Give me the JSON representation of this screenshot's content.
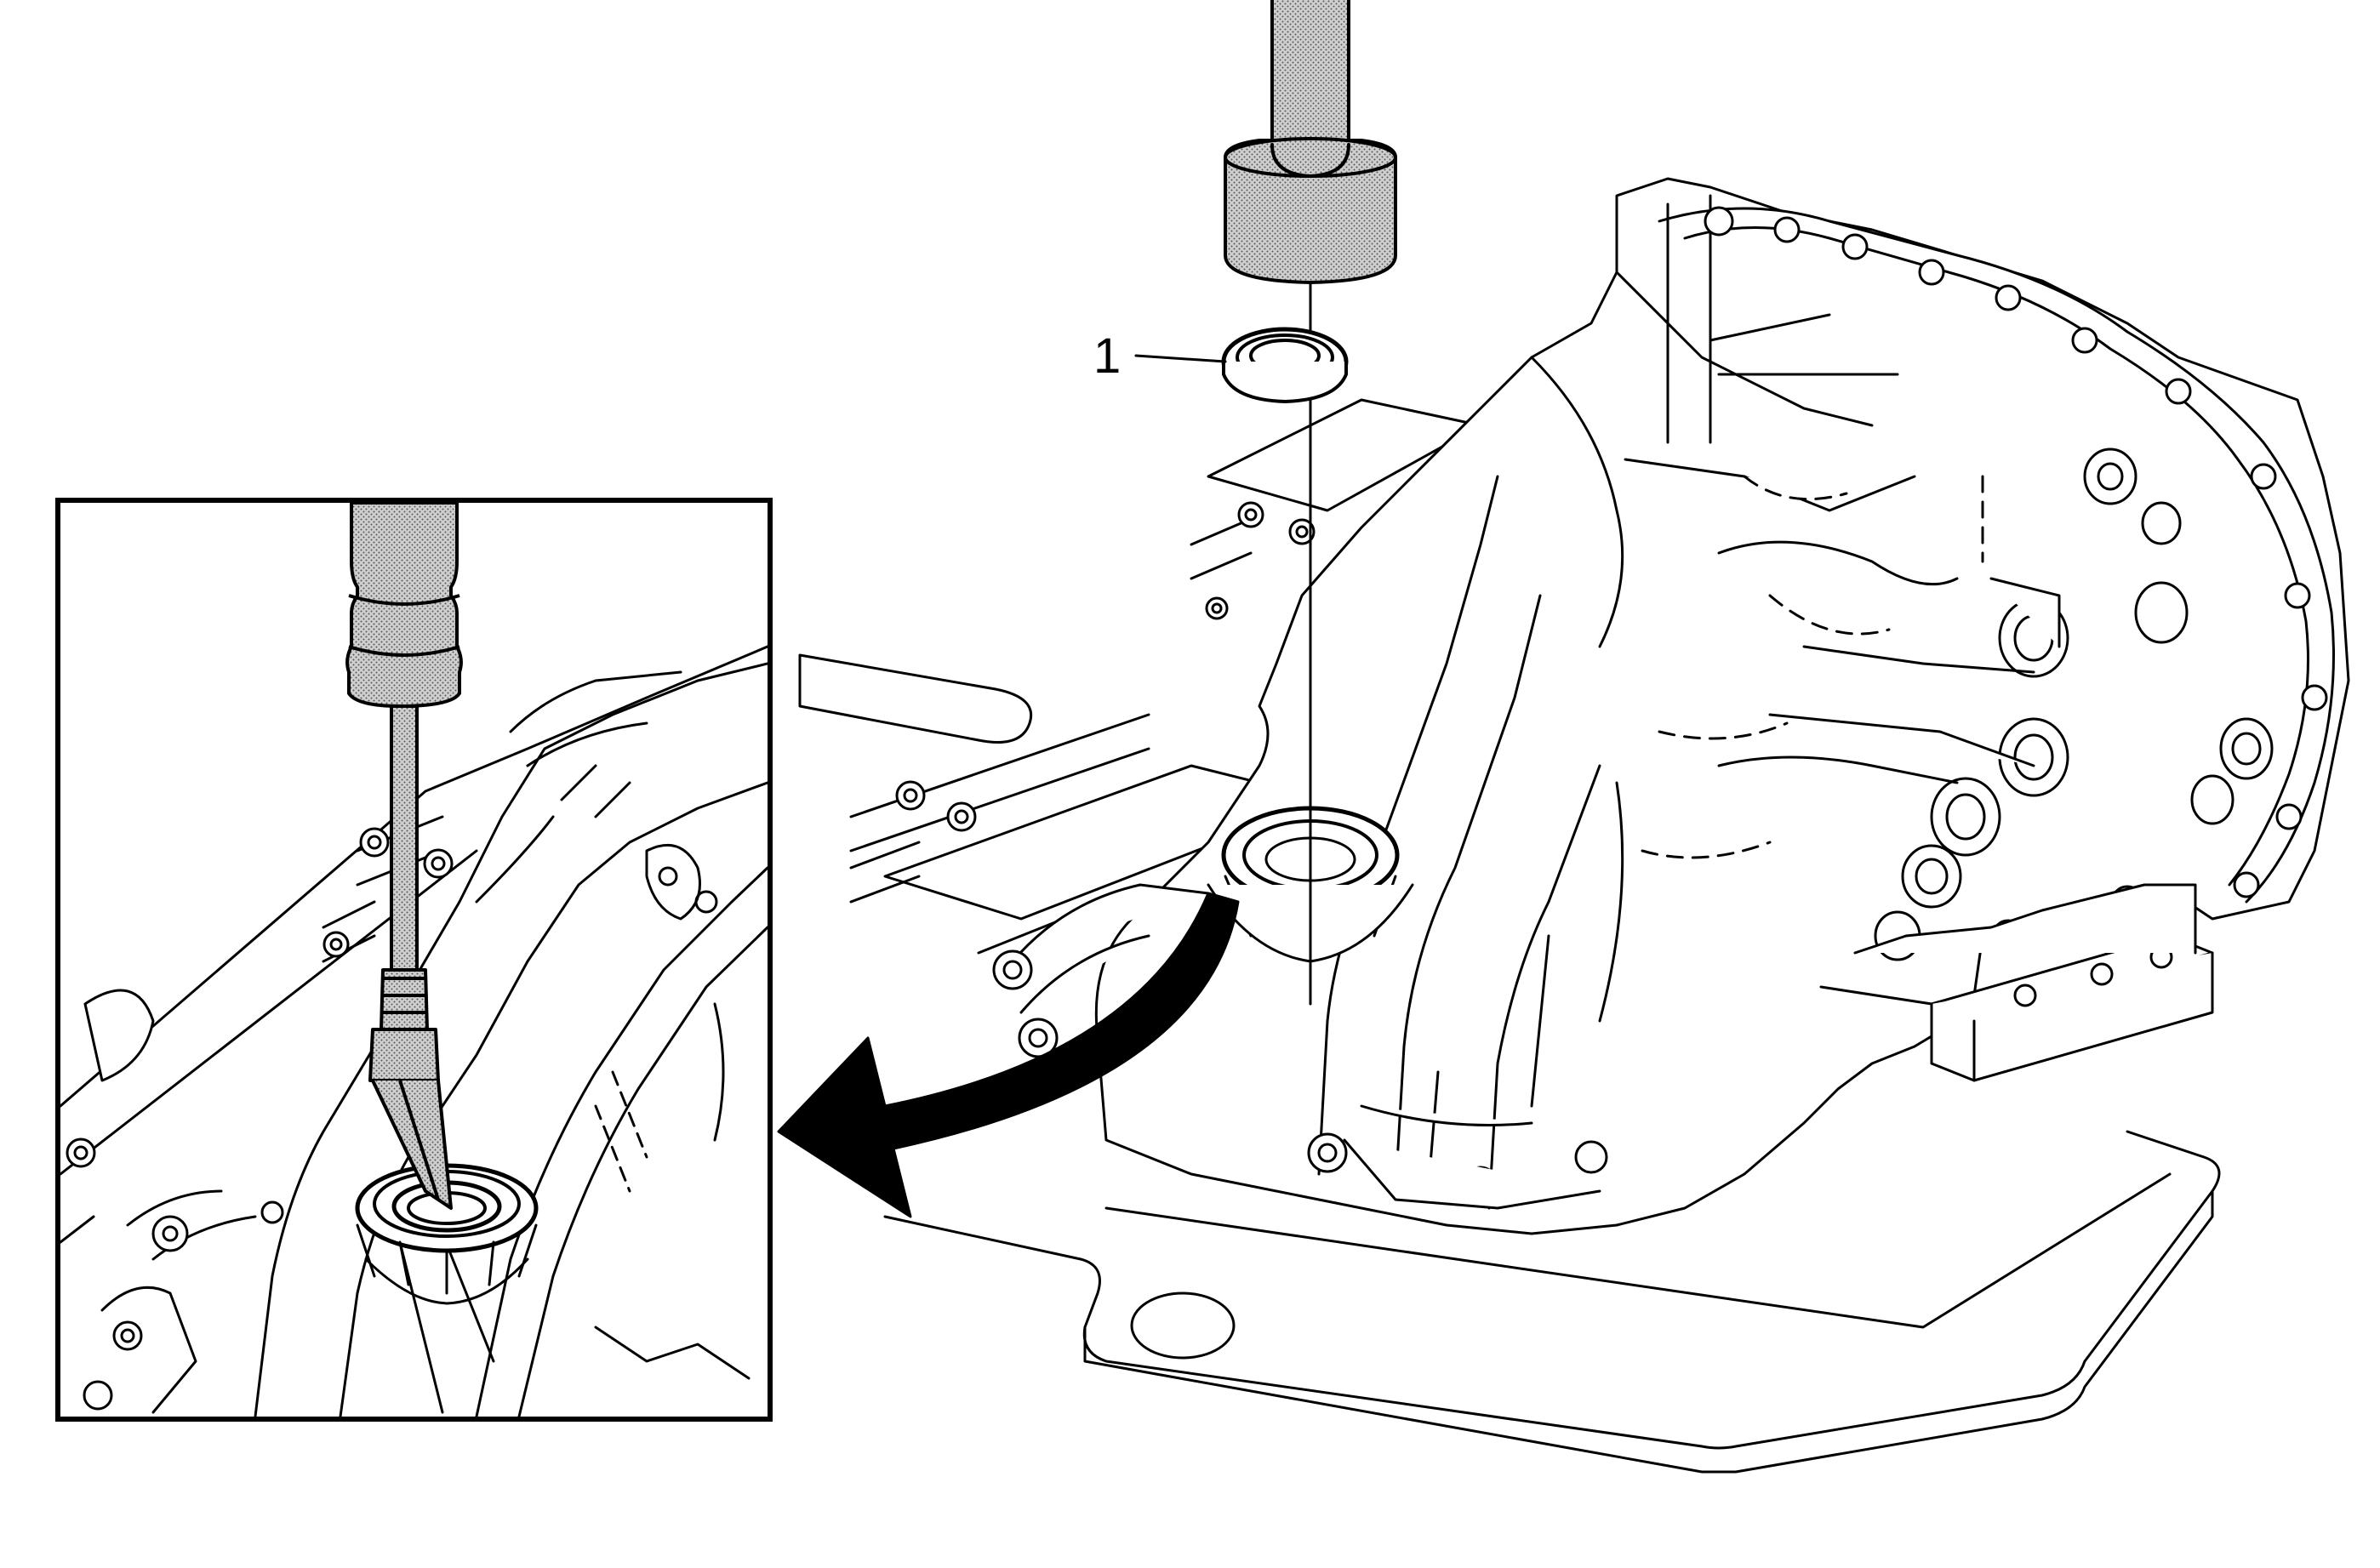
{
  "figure": {
    "callouts": [
      {
        "id": "1",
        "label": "1",
        "target": "seal"
      }
    ],
    "inset": {
      "present": true,
      "content": "detail-view-of-seal-installation"
    },
    "arrow": {
      "direction": "from-main-view-to-inset"
    },
    "colors": {
      "line": "#000000",
      "background": "#ffffff",
      "tool_fill": "#b8b8b8"
    }
  }
}
